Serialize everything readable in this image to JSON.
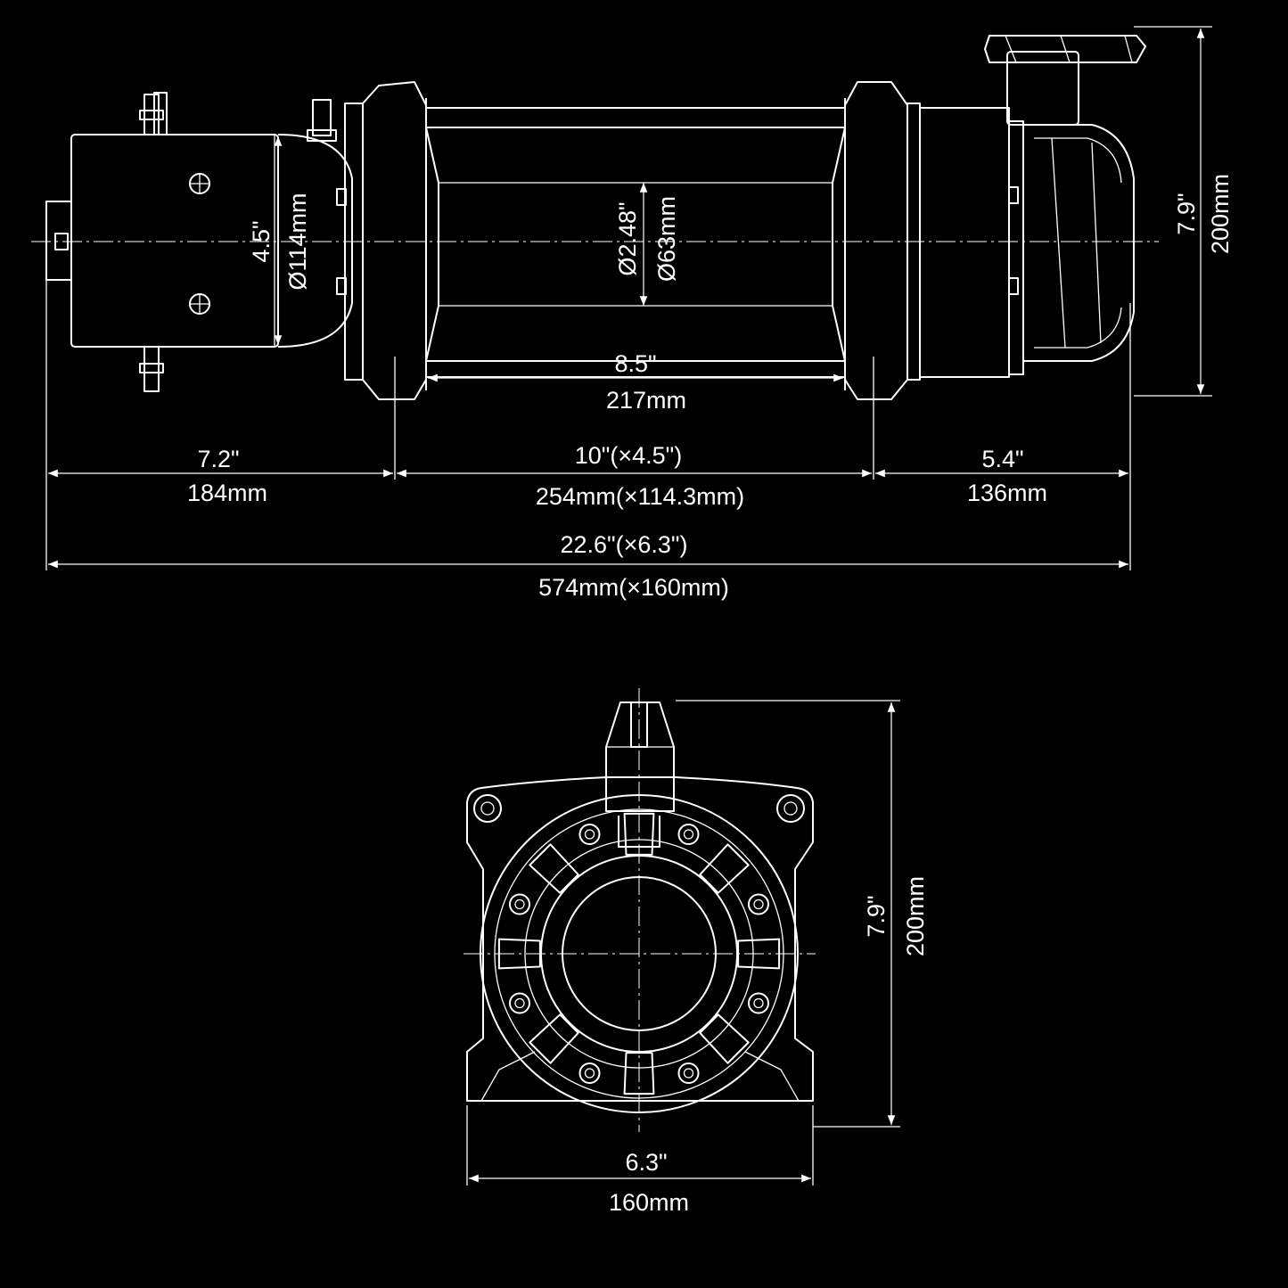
{
  "colors": {
    "background": "#000000",
    "line": "#ffffff"
  },
  "side_view": {
    "motor_diameter_in": "4.5\"",
    "motor_diameter_mm": "Ø114mm",
    "drum_diameter_in": "Ø2.48\"",
    "drum_diameter_mm": "Ø63mm",
    "drum_length_in": "8.5\"",
    "drum_length_mm": "217mm",
    "motor_length_in": "7.2\"",
    "motor_length_mm": "184mm",
    "mount_spacing_in": "10\"(×4.5\")",
    "mount_spacing_mm": "254mm(×114.3mm)",
    "gearbox_length_in": "5.4\"",
    "gearbox_length_mm": "136mm",
    "overall_length_in": "22.6\"(×6.3\")",
    "overall_length_mm": "574mm(×160mm)",
    "height_in": "7.9\"",
    "height_mm": "200mm"
  },
  "end_view": {
    "height_in": "7.9\"",
    "height_mm": "200mm",
    "width_in": "6.3\"",
    "width_mm": "160mm"
  }
}
